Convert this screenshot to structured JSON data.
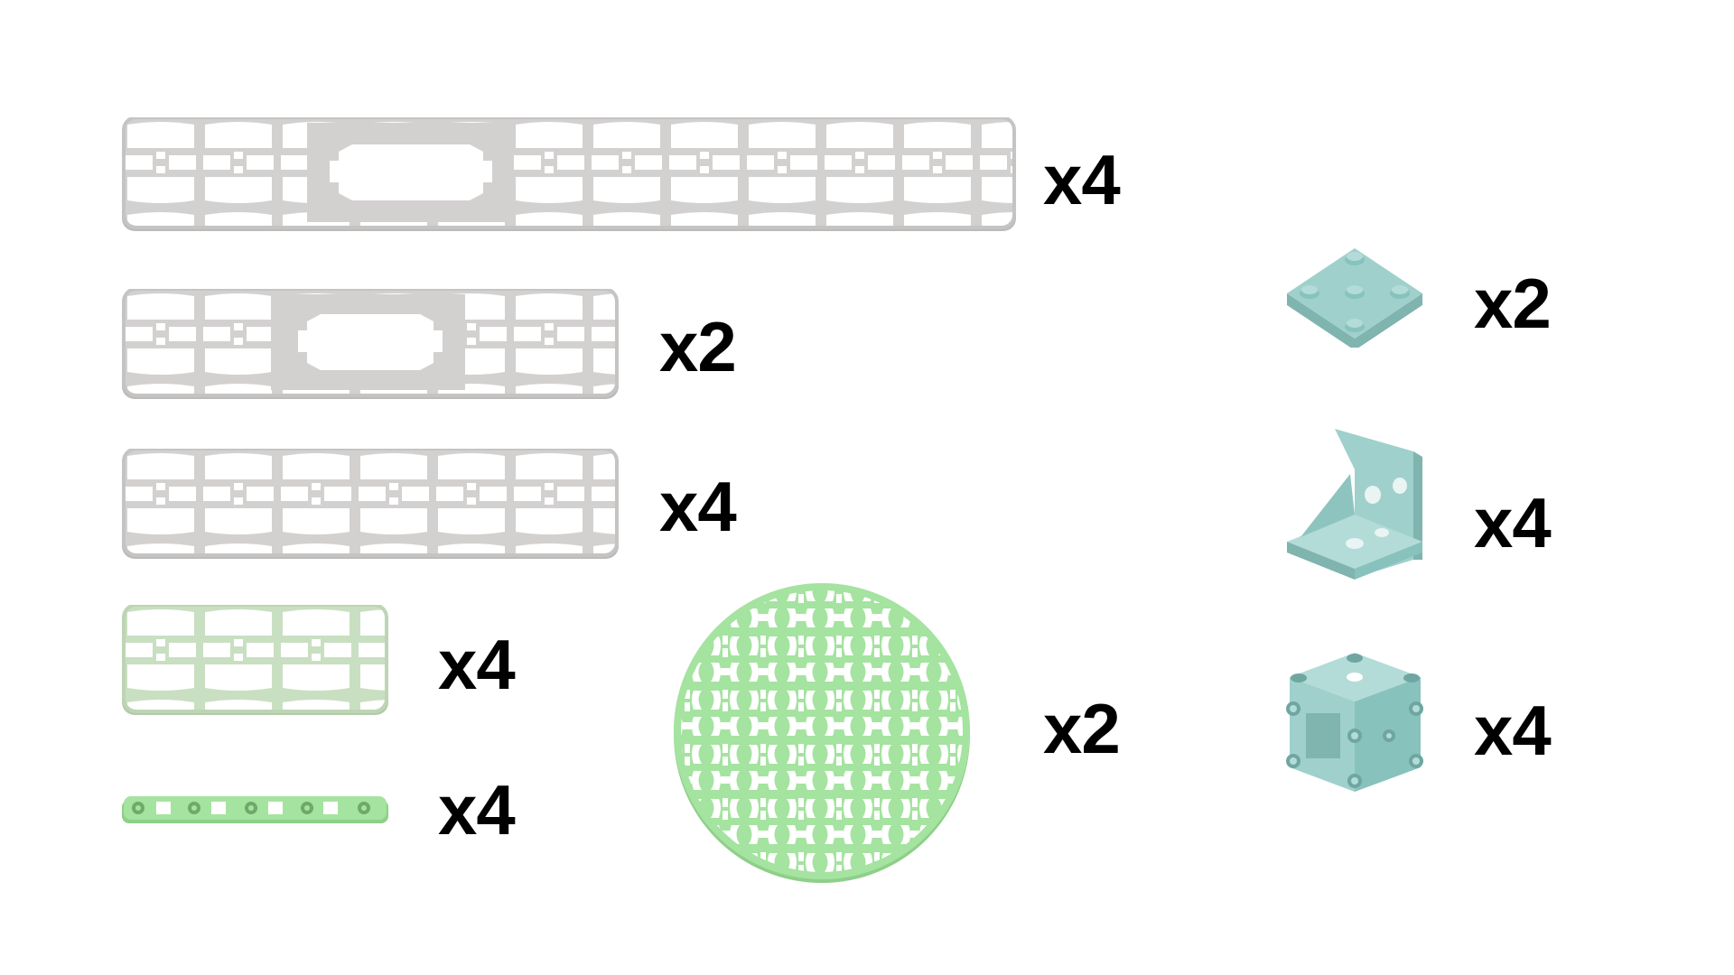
{
  "colors": {
    "grey_plate": "#d3d1d0",
    "grey_shadow": "#bdbbba",
    "green_plate": "#c9dfc1",
    "green_shadow": "#b2caa9",
    "green_grid": "#a5e3a0",
    "green_grid_shadow": "#8ecf89",
    "teal_part": "#9fd0cc",
    "teal_shadow": "#7fb4af",
    "text": "#000000",
    "background": "#ffffff"
  },
  "parts": [
    {
      "name": "long-grey-plate-with-slot",
      "icon": "long-grey-plate-icon",
      "quantity": "x4"
    },
    {
      "name": "medium-grey-plate-with-slot",
      "icon": "medium-grey-plate-slot-icon",
      "quantity": "x2"
    },
    {
      "name": "medium-grey-plate",
      "icon": "medium-grey-plate-icon",
      "quantity": "x4"
    },
    {
      "name": "short-green-plate",
      "icon": "short-green-plate-icon",
      "quantity": "x4"
    },
    {
      "name": "thin-green-strip",
      "icon": "thin-green-strip-icon",
      "quantity": "x4"
    },
    {
      "name": "round-green-grid",
      "icon": "round-grid-icon",
      "quantity": "x2"
    },
    {
      "name": "teal-square-connector",
      "icon": "square-connector-icon",
      "quantity": "x2"
    },
    {
      "name": "teal-angle-bracket",
      "icon": "angle-bracket-icon",
      "quantity": "x4"
    },
    {
      "name": "teal-cube-connector",
      "icon": "cube-connector-icon",
      "quantity": "x4"
    }
  ]
}
